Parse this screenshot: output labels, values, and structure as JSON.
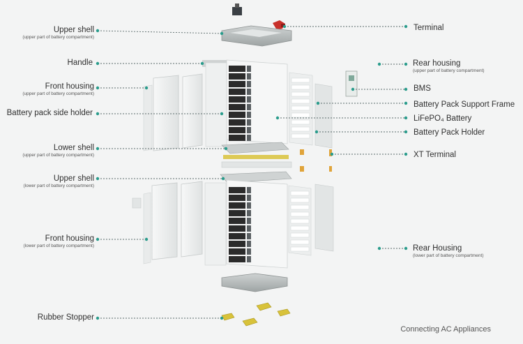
{
  "labels": {
    "upper_shell_top": {
      "name": "Upper shell",
      "sub": "(upper part of battery compartment)"
    },
    "handle": {
      "name": "Handle"
    },
    "front_housing_top": {
      "name": "Front housing",
      "sub": "(upper part of battery compartment)"
    },
    "side_holder": {
      "name": "Battery pack side holder"
    },
    "lower_shell_top": {
      "name": "Lower shell",
      "sub": "(upper part of battery compartment)"
    },
    "upper_shell_bottom": {
      "name": "Upper shell",
      "sub": "(lower part of battery compartment)"
    },
    "front_housing_bottom": {
      "name": "Front housing",
      "sub": "(lower part of battery compartment)"
    },
    "rubber_stopper": {
      "name": "Rubber Stopper"
    },
    "terminal": {
      "name": "Terminal"
    },
    "rear_housing_top": {
      "name": "Rear housing",
      "sub": "(upper part of battery compartment)"
    },
    "bms": {
      "name": "BMS"
    },
    "support_frame": {
      "name": "Battery Pack Support Frame"
    },
    "lifepo4": {
      "name": "LiFePO₄ Battery"
    },
    "pack_holder": {
      "name": "Battery Pack Holder"
    },
    "xt_terminal": {
      "name": "XT Terminal"
    },
    "rear_housing_bottom": {
      "name": "Rear Housing",
      "sub": "(lower part of battery compartment)"
    }
  },
  "caption": "Connecting AC Appliances",
  "colors": {
    "leader": "#5a6a6a",
    "dot": "#2a9c8c",
    "cell": "#2b2b2b",
    "panel": "#e6e8e8",
    "terminal_red": "#c8302a",
    "stopper": "#d8c23a"
  }
}
